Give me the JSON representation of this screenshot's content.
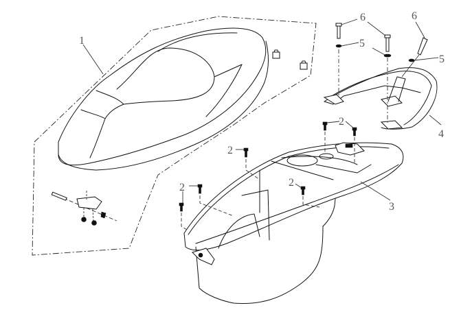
{
  "diagram": {
    "type": "exploded parts view",
    "subject": "Scooter seat, luggage box and rear grab rail",
    "line_color": "#111111",
    "label_color": "#555555",
    "callouts": [
      {
        "id": "c1",
        "label": "1",
        "part": "seat"
      },
      {
        "id": "c2a",
        "label": "2",
        "part": "bolt"
      },
      {
        "id": "c2b",
        "label": "2",
        "part": "bolt"
      },
      {
        "id": "c2c",
        "label": "2",
        "part": "bolt"
      },
      {
        "id": "c2d",
        "label": "2",
        "part": "bolt"
      },
      {
        "id": "c3",
        "label": "3",
        "part": "luggage box"
      },
      {
        "id": "c4",
        "label": "4",
        "part": "rear grab rail"
      },
      {
        "id": "c5a",
        "label": "5",
        "part": "washer"
      },
      {
        "id": "c5b",
        "label": "5",
        "part": "washer"
      },
      {
        "id": "c6a",
        "label": "6",
        "part": "bolt"
      },
      {
        "id": "c6b",
        "label": "6",
        "part": "bolt"
      }
    ]
  }
}
